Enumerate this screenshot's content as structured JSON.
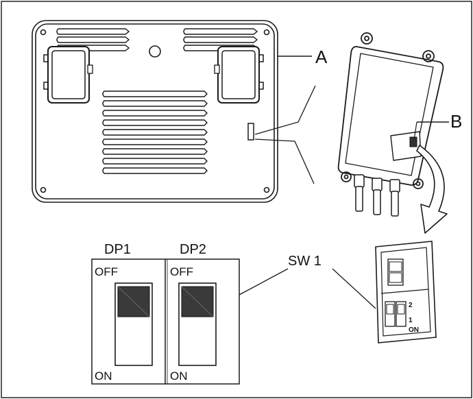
{
  "labels": {
    "unit_label": "A",
    "module_label": "B",
    "switch_group_label": "SW 1",
    "dp1_label": "DP1",
    "dp2_label": "DP2",
    "dp1_off": "OFF",
    "dp1_on": "ON",
    "dp2_off": "OFF",
    "dp2_on": "ON",
    "small_switch_num_2": "2",
    "small_switch_num_1": "1",
    "small_switch_on": "ON"
  },
  "colors": {
    "line": "#1a1a1a",
    "switch_fill": "#3a3a3a",
    "background": "#ffffff"
  }
}
